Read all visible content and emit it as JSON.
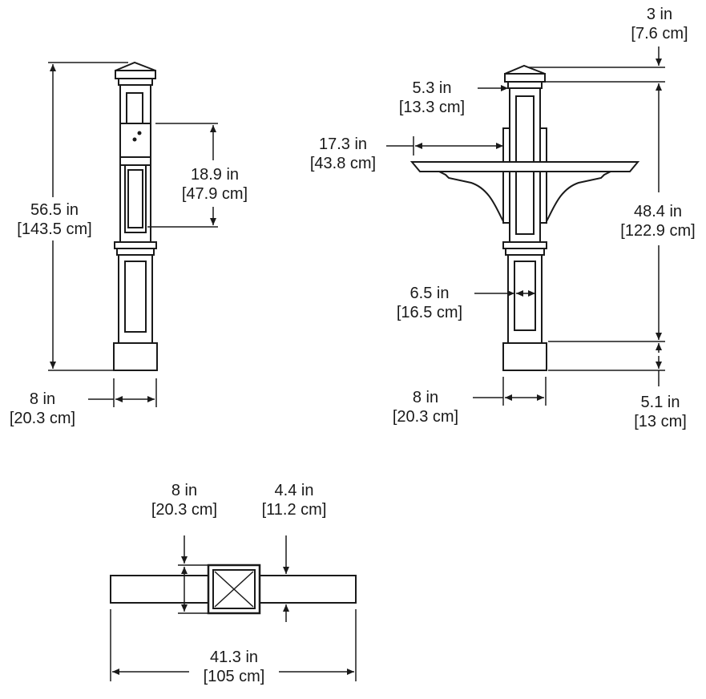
{
  "diagram": {
    "colors": {
      "line": "#1a1a1a",
      "fill": "#ffffff",
      "background": "#ffffff"
    },
    "front_view": {
      "total_height": {
        "in": "56.5 in",
        "cm": "[143.5 cm]"
      },
      "mailbox_height": {
        "in": "18.9 in",
        "cm": "[47.9 cm]"
      },
      "base_width": {
        "in": "8 in",
        "cm": "[20.3 cm]"
      }
    },
    "side_view": {
      "cap_height": {
        "in": "3 in",
        "cm": "[7.6 cm]"
      },
      "post_width": {
        "in": "5.3 in",
        "cm": "[13.3 cm]"
      },
      "arm_length": {
        "in": "17.3 in",
        "cm": "[43.8 cm]"
      },
      "shaft_height": {
        "in": "48.4 in",
        "cm": "[122.9 cm]"
      },
      "panel_width": {
        "in": "6.5 in",
        "cm": "[16.5 cm]"
      },
      "base_width": {
        "in": "8 in",
        "cm": "[20.3 cm]"
      },
      "base_height": {
        "in": "5.1 in",
        "cm": "[13 cm]"
      }
    },
    "top_view": {
      "post_width": {
        "in": "8 in",
        "cm": "[20.3 cm]"
      },
      "arm_depth": {
        "in": "4.4 in",
        "cm": "[11.2 cm]"
      },
      "total_width": {
        "in": "41.3 in",
        "cm": "[105 cm]"
      }
    }
  }
}
